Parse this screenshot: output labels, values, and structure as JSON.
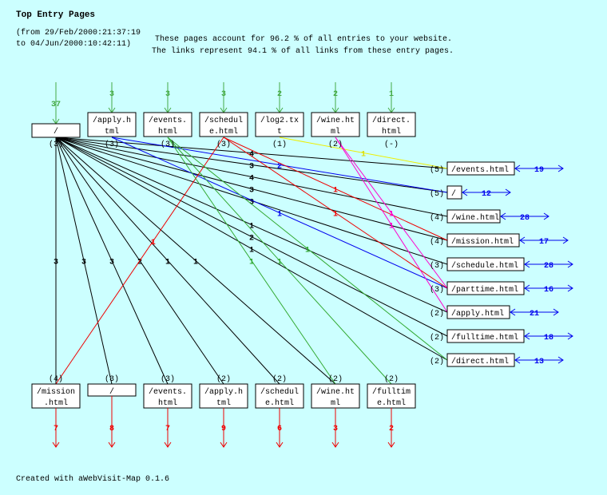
{
  "title": "Top Entry Pages",
  "range_from": "(from 29/Feb/2000:21:37:19",
  "range_to": "to 04/Jun/2000:10:42:11)",
  "summary_line1": "These pages account for 96.2 % of all entries to your website.",
  "summary_line2": "The links represent 94.1 % of all links from these entry pages.",
  "footer": "Created with aWebVisit-Map 0.1.6",
  "colors": {
    "entry": "#44aa44",
    "exit": "#ee0000",
    "right": "#0000ee",
    "black": "#000000",
    "blue": "#0000ee",
    "red": "#ee0000",
    "green": "#33aa33",
    "yellow": "#eeee00",
    "magenta": "#ff00cc"
  },
  "top_nodes": [
    {
      "label1": "/",
      "label2": "",
      "count": "(3)",
      "entries": "37"
    },
    {
      "label1": "/apply.h",
      "label2": "tml",
      "count": "(3)",
      "entries": "3"
    },
    {
      "label1": "/events.",
      "label2": "html",
      "count": "(3)",
      "entries": "3"
    },
    {
      "label1": "/schedul",
      "label2": "e.html",
      "count": "(3)",
      "entries": "3"
    },
    {
      "label1": "/log2.tx",
      "label2": "t",
      "count": "(1)",
      "entries": "2"
    },
    {
      "label1": "/wine.ht",
      "label2": "ml",
      "count": "(2)",
      "entries": "2"
    },
    {
      "label1": "/direct.",
      "label2": "html",
      "count": "(-)",
      "entries": "1"
    }
  ],
  "right_nodes": [
    {
      "label": "/events.html",
      "count": "(5)",
      "value": "19"
    },
    {
      "label": "/",
      "count": "(5)",
      "value": "12"
    },
    {
      "label": "/wine.html",
      "count": "(4)",
      "value": "28"
    },
    {
      "label": "/mission.html",
      "count": "(4)",
      "value": "17"
    },
    {
      "label": "/schedule.html",
      "count": "(3)",
      "value": "28"
    },
    {
      "label": "/parttime.html",
      "count": "(3)",
      "value": "16"
    },
    {
      "label": "/apply.html",
      "count": "(2)",
      "value": "21"
    },
    {
      "label": "/fulltime.html",
      "count": "(2)",
      "value": "18"
    },
    {
      "label": "/direct.html",
      "count": "(2)",
      "value": "13"
    }
  ],
  "bottom_nodes": [
    {
      "label1": "/mission",
      "label2": ".html",
      "count": "(4)",
      "exits": "7"
    },
    {
      "label1": "/",
      "label2": "",
      "count": "(3)",
      "exits": "8"
    },
    {
      "label1": "/events.",
      "label2": "html",
      "count": "(3)",
      "exits": "7"
    },
    {
      "label1": "/apply.h",
      "label2": "tml",
      "count": "(2)",
      "exits": "9"
    },
    {
      "label1": "/schedul",
      "label2": "e.html",
      "count": "(2)",
      "exits": "6"
    },
    {
      "label1": "/wine.ht",
      "label2": "ml",
      "count": "(2)",
      "exits": "3"
    },
    {
      "label1": "/fulltim",
      "label2": "e.html",
      "count": "(2)",
      "exits": "2"
    }
  ],
  "edges": [
    {
      "from": 0,
      "to": "r0",
      "label": "4",
      "color": "black"
    },
    {
      "from": 0,
      "to": "r1",
      "label": "3",
      "color": "black"
    },
    {
      "from": 0,
      "to": "r2",
      "label": "4",
      "color": "black"
    },
    {
      "from": 0,
      "to": "r3",
      "label": "3",
      "color": "black"
    },
    {
      "from": 0,
      "to": "r4",
      "label": "3",
      "color": "black"
    },
    {
      "from": 0,
      "to": "r6",
      "label": "1",
      "color": "black"
    },
    {
      "from": 0,
      "to": "r7",
      "label": "2",
      "color": "black"
    },
    {
      "from": 0,
      "to": "r8",
      "label": "1",
      "color": "black"
    },
    {
      "from": 0,
      "to": "b0",
      "label": "3",
      "color": "black"
    },
    {
      "from": 0,
      "to": "b1",
      "label": "3",
      "color": "black"
    },
    {
      "from": 0,
      "to": "b2",
      "label": "3",
      "color": "black"
    },
    {
      "from": 0,
      "to": "b3",
      "label": "2",
      "color": "black"
    },
    {
      "from": 0,
      "to": "b4",
      "label": "1",
      "color": "black"
    },
    {
      "from": 0,
      "to": "b5",
      "label": "1",
      "color": "black"
    },
    {
      "from": 1,
      "to": "r1",
      "label": "2",
      "color": "blue"
    },
    {
      "from": 1,
      "to": "r5",
      "label": "1",
      "color": "blue"
    },
    {
      "from": 3,
      "to": "b0",
      "label": "1",
      "color": "red"
    },
    {
      "from": 3,
      "to": "r3",
      "label": "1",
      "color": "red"
    },
    {
      "from": 3,
      "to": "r5",
      "label": "1",
      "color": "red"
    },
    {
      "from": 2,
      "to": "b5",
      "label": "1",
      "color": "green"
    },
    {
      "from": 2,
      "to": "b6",
      "label": "1",
      "color": "green"
    },
    {
      "from": 2,
      "to": "r8",
      "label": "1",
      "color": "green"
    },
    {
      "from": 4,
      "to": "r0",
      "label": "1",
      "color": "yellow"
    },
    {
      "from": 5,
      "to": "r5",
      "label": "1",
      "color": "magenta"
    },
    {
      "from": 5,
      "to": "r6",
      "label": "1",
      "color": "magenta"
    }
  ]
}
